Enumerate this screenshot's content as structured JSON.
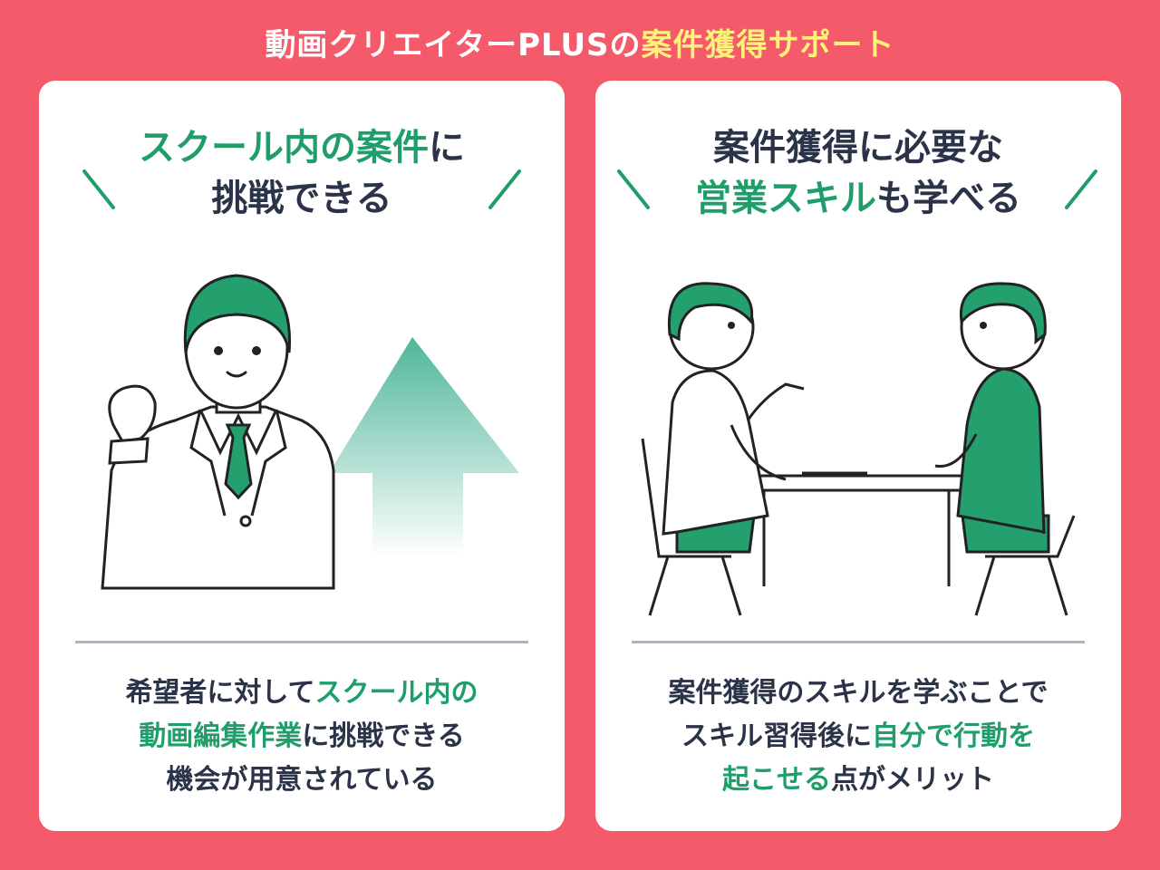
{
  "title": {
    "part1": "動画クリエイターPLUSの",
    "part2": "案件獲得サポート"
  },
  "left_card": {
    "heading_line1_green": "スクール内の案件",
    "heading_line1_rest": "に",
    "heading_line2": "挑戦できる",
    "desc_line1_plain": "希望者に対して",
    "desc_line1_green": "スクール内の",
    "desc_line2_green": "動画編集作業",
    "desc_line2_plain": "に挑戦できる",
    "desc_line3": "機会が用意されている"
  },
  "right_card": {
    "heading_line1": "案件獲得に必要な",
    "heading_line2_green": "営業スキル",
    "heading_line2_rest": "も学べる",
    "desc_line1": "案件獲得のスキルを学ぶことで",
    "desc_line2_plain": "スキル習得後に",
    "desc_line2_green": "自分で行動を",
    "desc_line3_green": "起こせる",
    "desc_line3_plain": "点がメリット"
  },
  "colors": {
    "background": "#f55a6a",
    "accent_green": "#1f9e6a",
    "title_highlight": "#fff27a",
    "text_dark": "#2a3347"
  }
}
